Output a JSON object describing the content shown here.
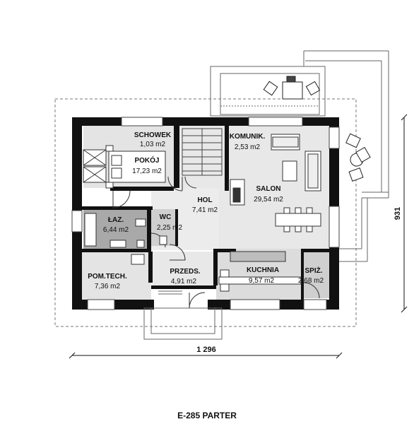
{
  "rooms": [
    {
      "id": "schowek",
      "name": "SCHOWEK",
      "area": "1,03 m2"
    },
    {
      "id": "pokoj",
      "name": "POKÓJ",
      "area": "17,23 m2"
    },
    {
      "id": "komunik",
      "name": "KOMUNIK.",
      "area": "2,53 m2"
    },
    {
      "id": "salon",
      "name": "SALON",
      "area": "29,54 m2"
    },
    {
      "id": "hol",
      "name": "HOL",
      "area": "7,41 m2"
    },
    {
      "id": "laz",
      "name": "ŁAZ.",
      "area": "6,44 m2"
    },
    {
      "id": "wc",
      "name": "WC",
      "area": "2,25 m2"
    },
    {
      "id": "pomtech",
      "name": "POM.TECH.",
      "area": "7,36 m2"
    },
    {
      "id": "przeds",
      "name": "PRZEDS.",
      "area": "4,91 m2"
    },
    {
      "id": "kuchnia",
      "name": "KUCHNIA",
      "area": "9,57 m2"
    },
    {
      "id": "spiz",
      "name": "SPIŻ.",
      "area": "2,68 m2"
    }
  ],
  "dimensions": {
    "width": "1 296",
    "depth": "931"
  },
  "title": "E-285 PARTER",
  "colors": {
    "wall": "#111111",
    "floor_light": "#e6e6e6",
    "floor_mid": "#cfcfcf",
    "floor_dark": "#a9a9a9",
    "line": "#555555"
  }
}
